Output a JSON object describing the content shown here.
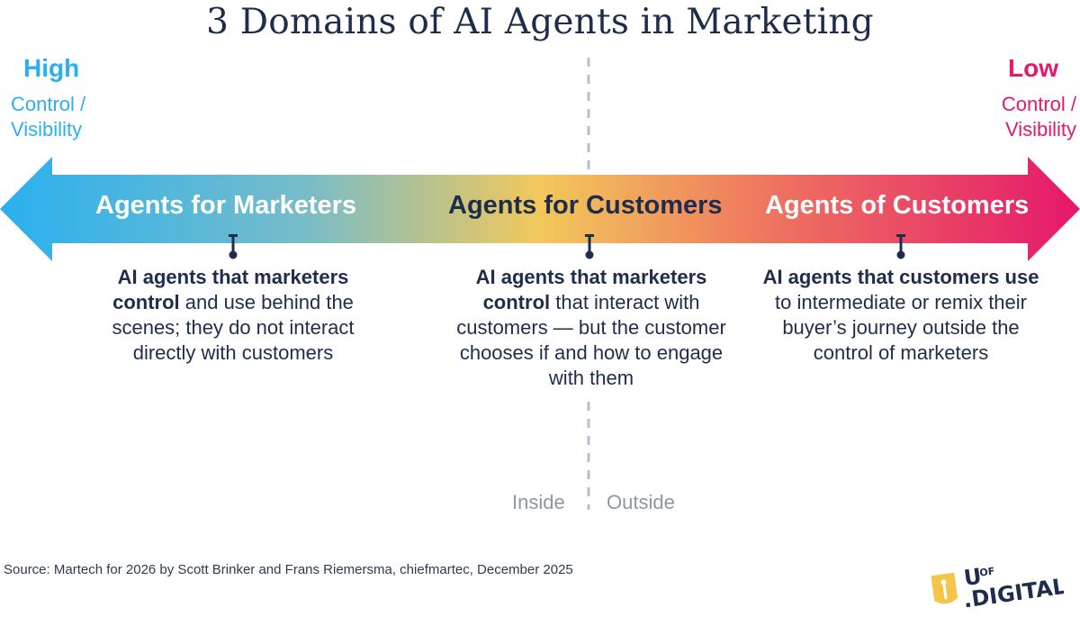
{
  "title": "3 Domains of AI Agents in Marketing",
  "left_end": {
    "heading": "High",
    "sub_line1": "Control /",
    "sub_line2": "Visibility",
    "color": "#2ab0f0"
  },
  "right_end": {
    "heading": "Low",
    "sub_line1": "Control /",
    "sub_line2": "Visibility",
    "color": "#e5186b"
  },
  "domains": [
    {
      "label": "Agents for Marketers",
      "desc_bold_1": "AI agents that marketers",
      "desc_bold_2": "control",
      "desc_rest": " and use behind the scenes; they do not interact directly with customers"
    },
    {
      "label": "Agents for Customers",
      "desc_bold_1": "AI agents that marketers",
      "desc_bold_2": "control",
      "desc_rest": " that interact with customers — but the customer chooses if and how to engage with them"
    },
    {
      "label": "Agents of Customers",
      "desc_bold_1": "AI agents that customers use",
      "desc_bold_2": "",
      "desc_rest": "to intermediate or remix their buyer’s journey outside the control of marketers"
    }
  ],
  "divider": {
    "inside": "Inside",
    "outside": "Outside"
  },
  "source": "Source: Martech for 2026 by Scott Brinker and Frans Riemersma, chiefmartec, December 2025",
  "logo": {
    "line1": "U",
    "line1_small": "OF",
    "line2": ".DIGITAL",
    "accent": "#f3c64a",
    "text_color": "#1f2d4d"
  },
  "colors": {
    "navy": "#1f2d4d",
    "gradient": [
      "#2ab0f0",
      "#f2c85a",
      "#e5186b"
    ]
  }
}
